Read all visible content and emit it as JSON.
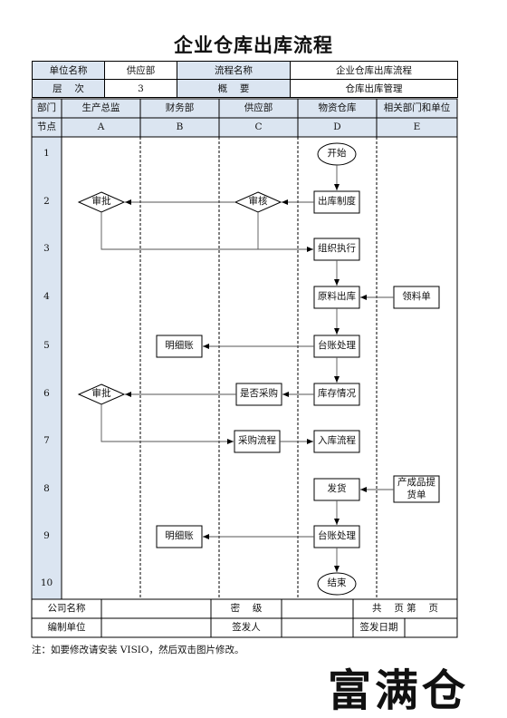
{
  "title": "企业仓库出库流程",
  "info": {
    "unit_label": "单位名称",
    "unit_value": "供应部",
    "process_label": "流程名称",
    "process_value": "企业仓库出库流程",
    "level_label": "层　 次",
    "level_value": "3",
    "overview_label": "概　 要",
    "overview_value": "仓库出库管理"
  },
  "lanes": {
    "dept_label": "部门",
    "node_label": "节点",
    "columns": [
      {
        "dept": "生产总监",
        "code": "A"
      },
      {
        "dept": "财务部",
        "code": "B"
      },
      {
        "dept": "供应部",
        "code": "C"
      },
      {
        "dept": "物资仓库",
        "code": "D"
      },
      {
        "dept": "相关部门和单位",
        "code": "E"
      }
    ],
    "rows": [
      "1",
      "2",
      "3",
      "4",
      "5",
      "6",
      "7",
      "8",
      "9",
      "10"
    ]
  },
  "nodes": {
    "start": "开始",
    "approve_a2": "审批",
    "review_c2": "审核",
    "outbound_policy": "出库制度",
    "organize": "组织执行",
    "material_out": "原料出库",
    "requisition": "领料单",
    "ledger_1": "台账处理",
    "detail_1": "明细账",
    "stock_check": "库存情况",
    "need_purchase": "是否采购",
    "approve_a6": "审批",
    "purchase_flow": "采购流程",
    "inbound_flow": "入库流程",
    "ship": "发货",
    "product_order": "产成品提货单",
    "ledger_2": "台账处理",
    "detail_2": "明细账",
    "end": "结束"
  },
  "footer": {
    "company_label": "公司名称",
    "secret_label": "密　 级",
    "page_label": "共　 页 第　 页",
    "editor_label": "编制单位",
    "issuer_label": "签发人",
    "issue_date_label": "签发日期"
  },
  "note": "注：如要修改请安装 VISIO，然后双击图片修改。",
  "brand": "富满仓"
}
